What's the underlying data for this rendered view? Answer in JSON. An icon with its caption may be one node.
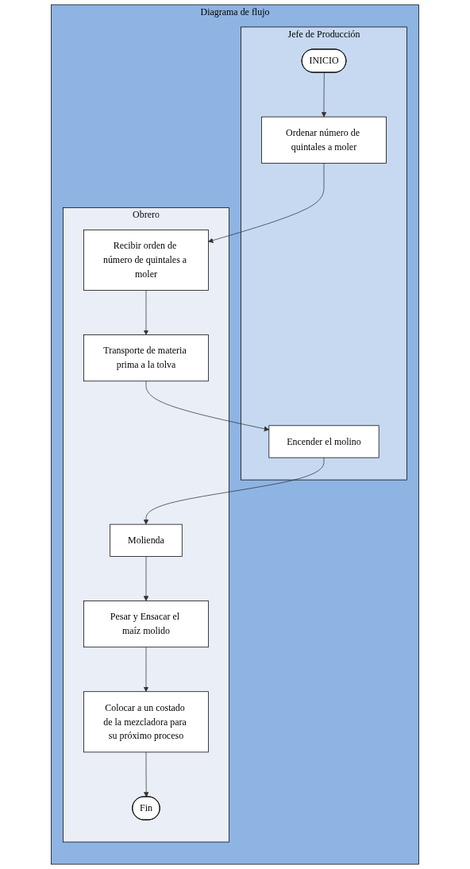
{
  "diagram": {
    "nodes": [
      {
        "text": [
          "Diagrama de flujo"
        ]
      },
      {
        "text": [
          "Jefe de Producción"
        ],
        "in": 0
      },
      {
        "text": [
          "Obrero"
        ],
        "in": 0
      },
      {
        "text": [
          "INICIO"
        ],
        "in": 1
      },
      {
        "text": [
          "Ordenar número de quintales a moler"
        ],
        "in": 1
      },
      {
        "text": [
          "Recibir orden de número de quintales a moler"
        ],
        "in": 2
      },
      {
        "text": [
          "Transporte de materia prima a la tolva"
        ],
        "in": 2
      },
      {
        "text": [
          "Encender el molino"
        ],
        "in": 1
      },
      {
        "text": [
          "Molienda"
        ],
        "in": 2
      },
      {
        "text": [
          "Pesar y Ensacar el maíz molido"
        ],
        "in": 2
      },
      {
        "text": [
          "Colocar a un costado de la mezcladora para su próximo proceso"
        ],
        "in": 2
      },
      {
        "text": [
          "Fin"
        ],
        "in": 2
      }
    ],
    "edges": [
      {
        "from": 3,
        "to": 4,
        "arrow": "to"
      },
      {
        "from": 4,
        "to": 5,
        "arrow": "to"
      },
      {
        "from": 5,
        "to": 6,
        "arrow": "to"
      },
      {
        "from": 6,
        "to": 7,
        "arrow": "to"
      },
      {
        "from": 7,
        "to": 8,
        "arrow": "to"
      },
      {
        "from": 8,
        "to": 9,
        "arrow": "to"
      },
      {
        "from": 9,
        "to": 10,
        "arrow": "to"
      },
      {
        "from": 10,
        "to": 11,
        "arrow": "to"
      }
    ]
  }
}
